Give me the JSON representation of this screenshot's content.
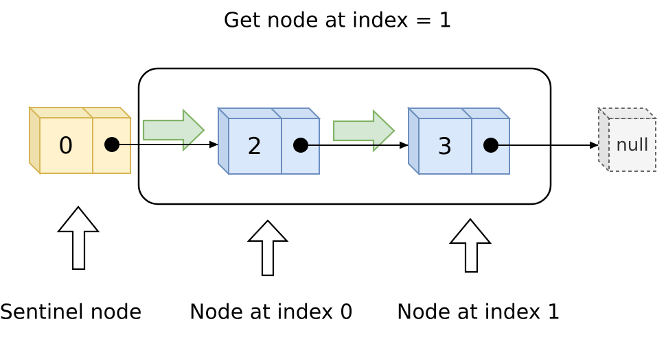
{
  "title": "Get node at index = 1",
  "list": {
    "sentinel": {
      "value": "0"
    },
    "nodes": [
      {
        "value": "2"
      },
      {
        "value": "3"
      }
    ],
    "terminator": "null"
  },
  "annotations": [
    "Sentinel node",
    "Node at index 0",
    "Node at index 1"
  ],
  "colors": {
    "sentinel_fill": "#FFF2CC",
    "sentinel_stroke": "#D6B656",
    "node_fill": "#DAE8FC",
    "node_stroke": "#6C8EBF",
    "green_arrow_fill": "#D5E8D4",
    "green_arrow_stroke": "#82B366",
    "null_fill": "#F5F5F5",
    "null_stroke": "#666666",
    "line": "#000000"
  }
}
